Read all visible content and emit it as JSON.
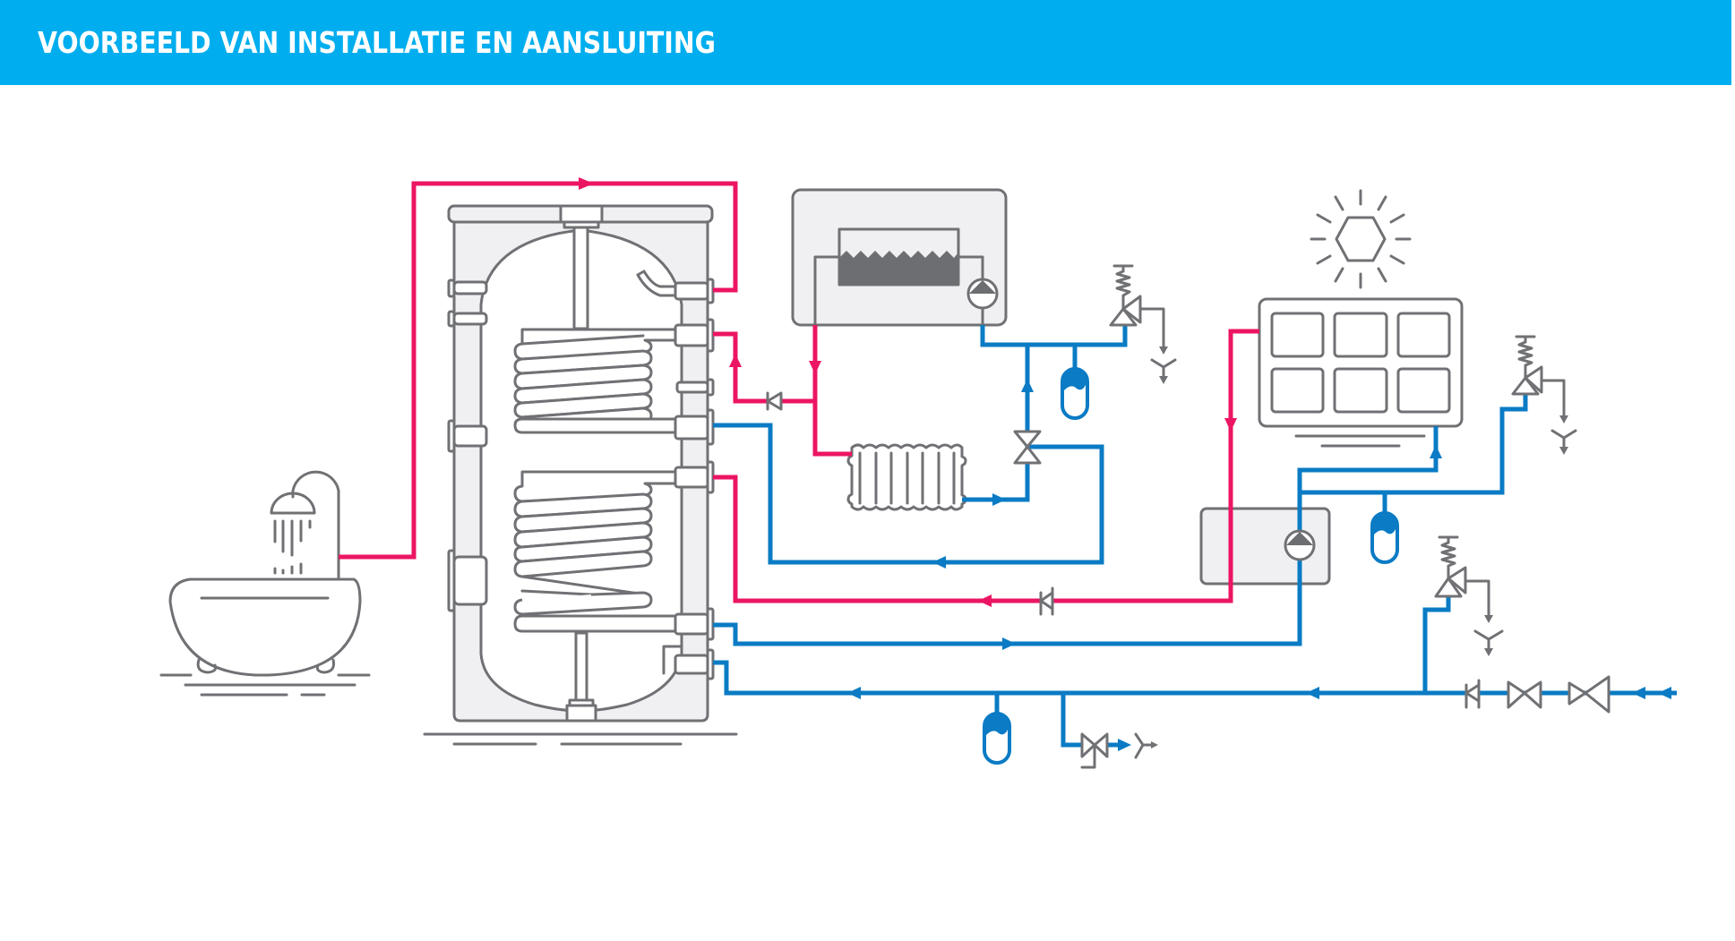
{
  "header": {
    "title": "VOORBEELD VAN INSTALLATIE EN AANSLUITING"
  },
  "colors": {
    "header_bg": "#00AEEF",
    "header_text": "#FFFFFF",
    "hot_pipe": "#EC1563",
    "cold_pipe": "#0A7BC4",
    "outline": "#707174",
    "fill": "#F0F0F2"
  },
  "components": [
    {
      "id": "bath-shower",
      "label": "bath with shower"
    },
    {
      "id": "storage-tank",
      "label": "twin-coil hot water storage tank"
    },
    {
      "id": "boiler",
      "label": "boiler with burner and pump"
    },
    {
      "id": "radiator",
      "label": "radiator"
    },
    {
      "id": "solar-collector",
      "label": "solar collector"
    },
    {
      "id": "sun",
      "label": "sun"
    },
    {
      "id": "solar-pump-station",
      "label": "solar pump station"
    },
    {
      "id": "expansion-vessels",
      "label": "expansion vessels",
      "count": 3
    },
    {
      "id": "safety-valves",
      "label": "safety relief valves",
      "count": 3
    },
    {
      "id": "check-valves",
      "label": "check valves",
      "count": 3
    },
    {
      "id": "shutoff-valves",
      "label": "shut-off valves"
    },
    {
      "id": "drain-valve",
      "label": "drain valve"
    },
    {
      "id": "cold-water-inlet",
      "label": "cold water inlet"
    }
  ]
}
